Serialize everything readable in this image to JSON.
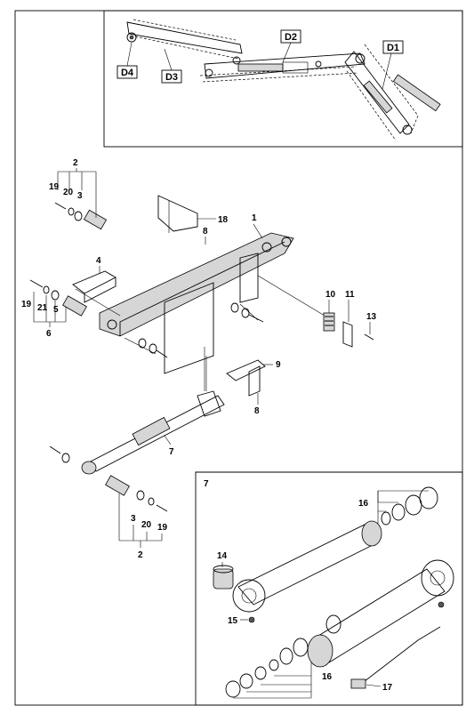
{
  "callouts": {
    "d1": "D1",
    "d2": "D2",
    "d3": "D3",
    "d4": "D4",
    "p1": "1",
    "p2_top": "2",
    "p19_top": "19",
    "p20_top": "20",
    "p3_top": "3",
    "p18": "18",
    "p8_top": "8",
    "p4": "4",
    "p19_left": "19",
    "p21": "21",
    "p5": "5",
    "p6": "6",
    "p10": "10",
    "p11": "11",
    "p13": "13",
    "p9": "9",
    "p8_mid": "8",
    "p7_main": "7",
    "p3_bottom": "3",
    "p20_bottom": "20",
    "p19_bottom": "19",
    "p2_bottom": "2",
    "p7_inset": "7",
    "p16_top": "16",
    "p14": "14",
    "p15": "15",
    "p16_bottom": "16",
    "p17": "17"
  },
  "colors": {
    "line": "#000000",
    "shade": "#d6d6d6",
    "background": "#ffffff"
  }
}
